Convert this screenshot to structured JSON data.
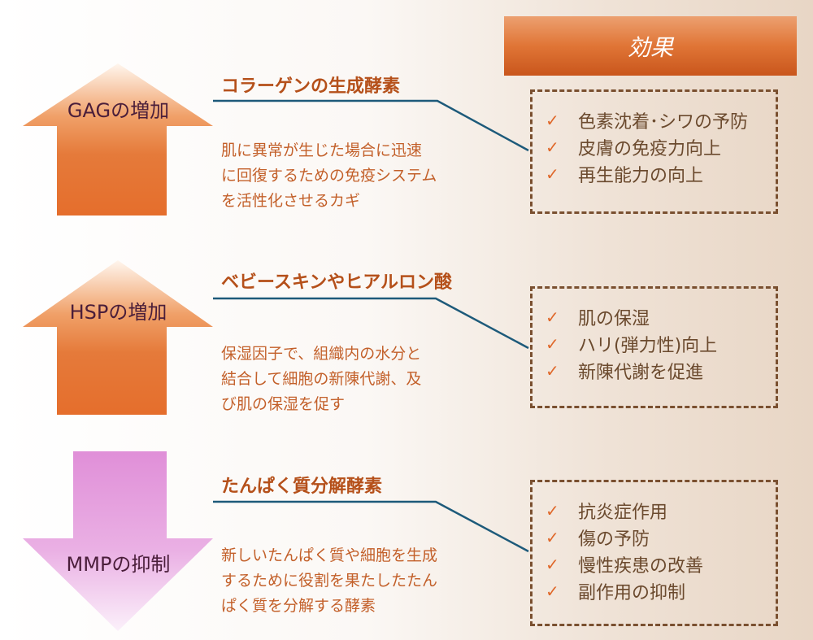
{
  "header": {
    "title": "効果"
  },
  "colors": {
    "accent": "#e07536",
    "line": "#1d5a7a",
    "down_arrow": "#e08fd8"
  },
  "sections": [
    {
      "arrow_label": "GAGの増加",
      "direction": "up",
      "title": "コラーゲンの生成酵素",
      "description": [
        "肌に異常が生じた場合に迅速",
        "に回復するための免疫システム",
        "を活性化させるカギ"
      ],
      "effects": [
        "色素沈着･シワの予防",
        "皮膚の免疫力向上",
        "再生能力の向上"
      ]
    },
    {
      "arrow_label": "HSPの増加",
      "direction": "up",
      "title": "ベビースキンやヒアルロン酸",
      "description": [
        "保湿因子で、組織内の水分と",
        "結合して細胞の新陳代謝、及",
        "び肌の保湿を促す"
      ],
      "effects": [
        "肌の保湿",
        "ハリ(弾力性)向上",
        "新陳代謝を促進"
      ]
    },
    {
      "arrow_label": "MMPの抑制",
      "direction": "down",
      "title": "たんぱく質分解酵素",
      "description": [
        "新しいたんぱく質や細胞を生成",
        "するために役割を果たしたたん",
        "ぱく質を分解する酵素"
      ],
      "effects": [
        "抗炎症作用",
        "傷の予防",
        "慢性疾患の改善",
        "副作用の抑制"
      ]
    }
  ],
  "check_glyph": "✓"
}
